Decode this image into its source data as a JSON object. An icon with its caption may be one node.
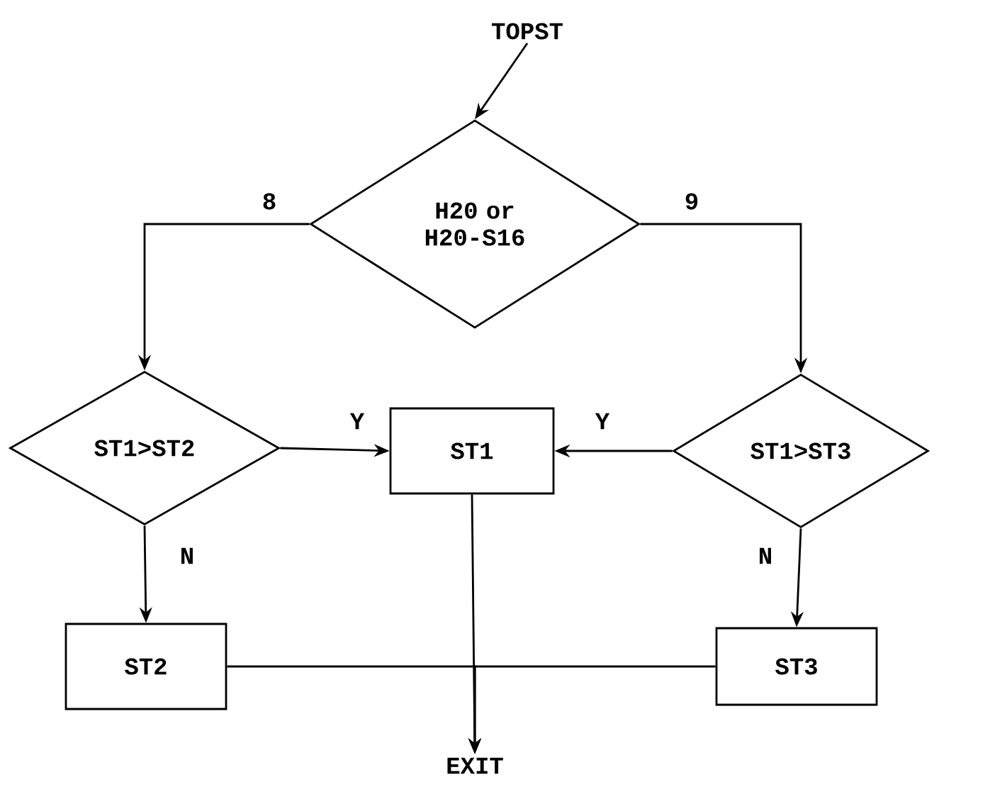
{
  "diagram": {
    "nodes": [
      {
        "text": [
          "TOPST"
        ]
      },
      {
        "text": [
          "H20 or H20-S16"
        ]
      },
      {
        "text": [
          "ST1>ST2"
        ]
      },
      {
        "text": [
          "ST1"
        ]
      },
      {
        "text": [
          "ST1>ST3"
        ]
      },
      {
        "text": [
          "ST2"
        ]
      },
      {
        "text": [
          "ST3"
        ]
      },
      {
        "text": [
          "EXIT"
        ]
      }
    ],
    "edges": [
      {
        "from": 0,
        "to": 1,
        "arrow": "to"
      },
      {
        "from": 1,
        "to": 2,
        "arrow": "to",
        "label": "8"
      },
      {
        "from": 1,
        "to": 4,
        "arrow": "to",
        "label": "9"
      },
      {
        "from": 2,
        "to": 3,
        "arrow": "to",
        "label": "Y"
      },
      {
        "from": 4,
        "to": 3,
        "arrow": "to",
        "label": "Y"
      },
      {
        "from": 2,
        "to": 5,
        "arrow": "to",
        "label": "N"
      },
      {
        "from": 4,
        "to": 6,
        "arrow": "to",
        "label": "N"
      },
      {
        "from": 3,
        "to": 7,
        "arrow": "to"
      },
      {
        "from": 5,
        "to": 7,
        "arrow": "to"
      },
      {
        "from": 6,
        "to": 7,
        "arrow": "to"
      }
    ]
  }
}
